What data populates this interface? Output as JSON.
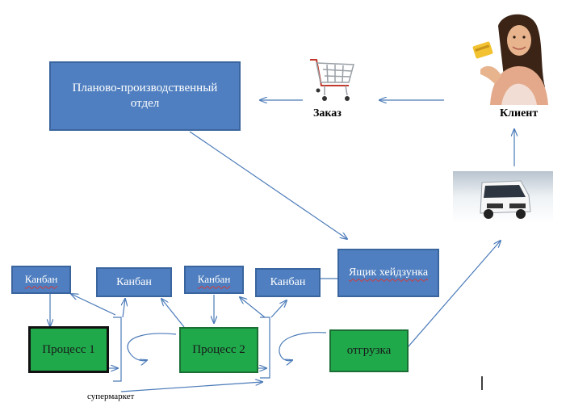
{
  "planning_dept": {
    "label": "Планово-производственный отдел"
  },
  "order": {
    "label": "Заказ",
    "icon": "shopping-cart-icon"
  },
  "client": {
    "label": "Клиент",
    "icon": "client-photo"
  },
  "vehicle": {
    "icon": "delivery-van-icon"
  },
  "heijunka_box": {
    "label": "Ящик хейдзунка"
  },
  "kanbans": [
    "Канбан",
    "Канбан",
    "Канбан",
    "Канбан"
  ],
  "process1": {
    "label": "Процесс 1"
  },
  "process2": {
    "label": "Процесс 2"
  },
  "shipping": {
    "label": "отгрузка"
  },
  "supermarket": {
    "label": "супермаркет"
  },
  "colors": {
    "blue_box": "#4f7fc0",
    "green_box": "#1fa94b",
    "arrow": "#4a7ab8"
  }
}
